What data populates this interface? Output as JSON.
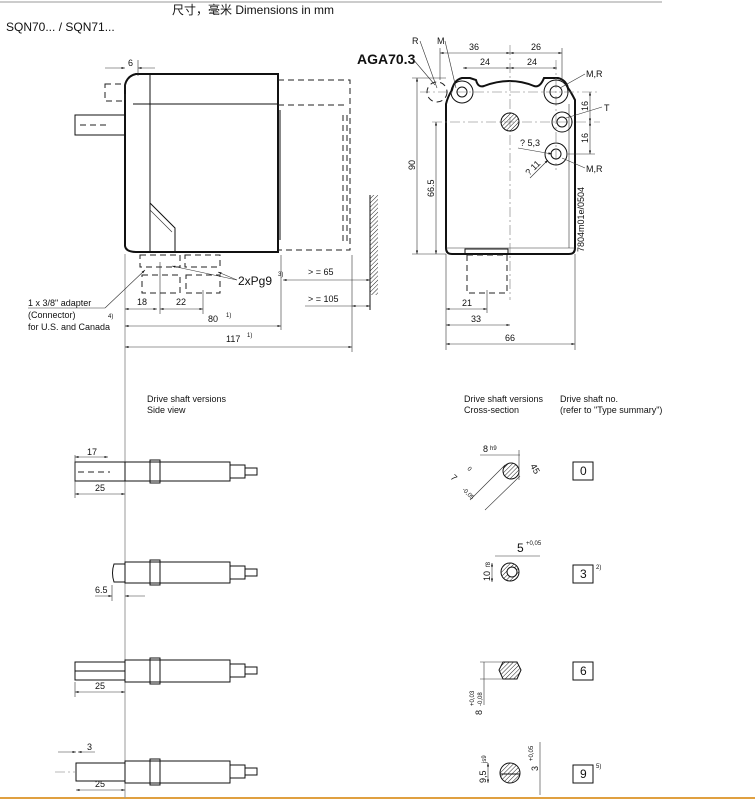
{
  "header": {
    "title_dimensions": "尺寸，毫米 Dimensions in mm",
    "product": "SQN70... / SQN71..."
  },
  "side_view": {
    "dim_6": "6",
    "dim_18": "18",
    "dim_22": "22",
    "dim_80": "80",
    "dim_80_note": "1)",
    "dim_117": "117",
    "dim_117_note": "1)",
    "dim_65": "> = 65",
    "dim_105": "> = 105",
    "pg9": "2xPg9",
    "pg9_note": "3)",
    "adapter_line1": "1 x 3/8\" adapter",
    "adapter_line2": "(Connector)",
    "adapter_line3": "for U.S. and Canada",
    "adapter_note": "4)"
  },
  "front_view": {
    "aga": "AGA70.3",
    "label_r": "R",
    "label_m": "M",
    "label_mr_top": "M,R",
    "label_t": "T",
    "label_mr_bottom": "M,R",
    "dim_36": "36",
    "dim_26": "26",
    "dim_24_left": "24",
    "dim_24_right": "24",
    "dim_16_top": "16",
    "dim_16_bottom": "16",
    "dim_53": "? 5,3",
    "dim_11": "? 11",
    "dim_90": "90",
    "dim_665": "66.5",
    "dim_21": "21",
    "dim_33": "33",
    "dim_66": "66",
    "drawing_no": "7804m01e/0504"
  },
  "shafts": {
    "side_title1": "Drive shaft versions",
    "side_title2": "Side view",
    "cross_title1": "Drive shaft versions",
    "cross_title2": "Cross-section",
    "no_title1": "Drive shaft no.",
    "no_title2": "(refer to \"Type summary\")",
    "rows": [
      {
        "no": "0",
        "note": "",
        "side_dims": [
          "17",
          "25"
        ],
        "cs_main": "8",
        "cs_tol": "h9",
        "cs2": "7",
        "cs2_tol": "-0,05",
        "cs2_tol_up": "0",
        "angle": "45"
      },
      {
        "no": "3",
        "note": "2)",
        "side_dims": [
          "6.5"
        ],
        "cs_main": "10",
        "cs_tol": "f8",
        "cs2": "5",
        "cs2_tol": "+0,05"
      },
      {
        "no": "6",
        "note": "",
        "side_dims": [
          "25"
        ],
        "cs_main": "8",
        "cs_tol": "+0,03",
        "cs_tol2": "-0,08"
      },
      {
        "no": "9",
        "note": "5)",
        "side_dims": [
          "3",
          "25"
        ],
        "cs_main": "9,5",
        "cs_tol": "js9",
        "cs2": "3",
        "cs2_tol": "+0,05"
      }
    ]
  },
  "colors": {
    "line": "#111111",
    "bottom_rule": "#e0a040"
  }
}
